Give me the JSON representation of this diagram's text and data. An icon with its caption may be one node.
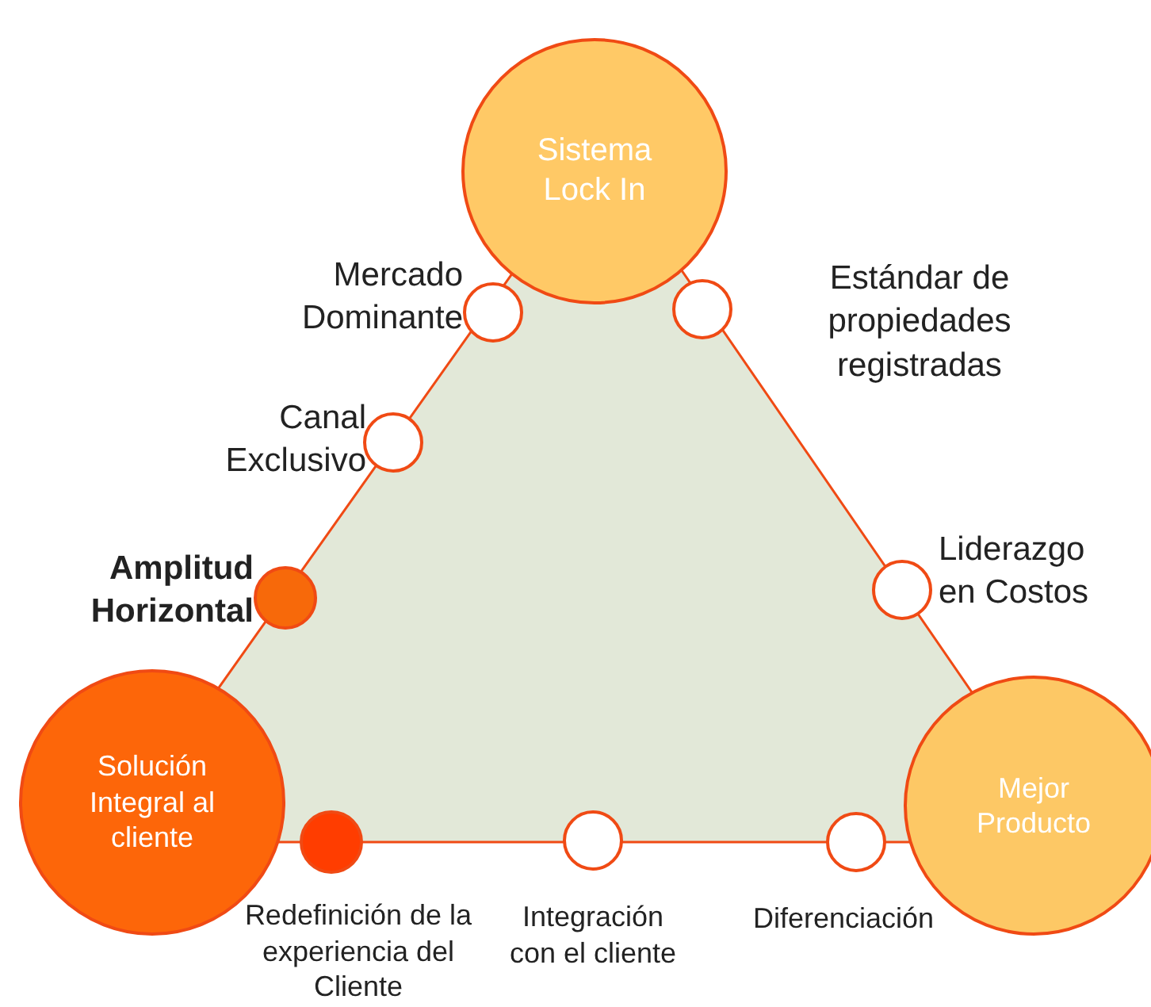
{
  "diagram": {
    "nodes": [
      {
        "text": [
          "Sistema Lock In"
        ]
      },
      {
        "text": [],
        "shape": "circle",
        "beside": [
          "Mercado Dominante"
        ]
      },
      {
        "text": [],
        "shape": "circle",
        "beside": [
          "Estándar de propiedades registradas"
        ]
      },
      {
        "text": [],
        "shape": "circle",
        "beside": [
          "Canal Exclusivo"
        ]
      },
      {
        "text": [],
        "shape": "circle",
        "beside": [
          "Liderazgo en Costos"
        ]
      },
      {
        "text": [],
        "shape": "circle",
        "beside": [
          "Amplitud Horizontal"
        ]
      },
      {
        "text": [
          "Solución Integral al cliente"
        ]
      },
      {
        "text": [
          "Mejor Producto"
        ]
      },
      {
        "text": [],
        "shape": "circle"
      },
      {
        "text": [],
        "shape": "circle",
        "beside": [
          "Integración con el cliente"
        ]
      },
      {
        "text": [],
        "shape": "circle"
      }
    ],
    "labels": [
      "Redefinición de la experiencia del Cliente",
      "Diferenciación"
    ],
    "edges": []
  }
}
